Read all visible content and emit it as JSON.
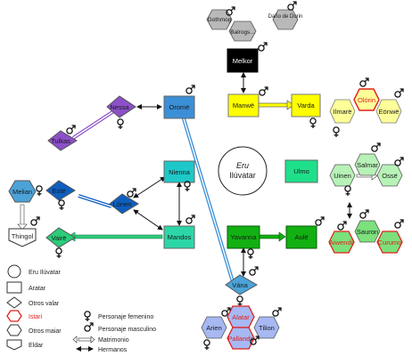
{
  "eru": {
    "line1": "Eru",
    "line2": "Ilúvatar"
  },
  "aratar": {
    "melkor": "Melkor",
    "manwe": "Manwë",
    "varda": "Varda",
    "orome": "Oromë",
    "nienna": "Nienna",
    "mandos": "Mandos",
    "ulmo": "Ulmo",
    "yavanna": "Yavanna",
    "aule": "Aulë"
  },
  "valar": {
    "nessa": "Nessa",
    "tulkas": "Tulkas",
    "este": "Estë",
    "lorien": "Lórien",
    "vaire": "Vairë",
    "vana": "Vána"
  },
  "maiar": {
    "gothmog": "Gothmog",
    "durin_bane": "Daño de Durin",
    "balrogs": "Balrogs...",
    "ilmare": "Ilmarë",
    "olorin": "Olórin",
    "eonwe": "Eönwë",
    "salmar": "Salmar",
    "uinen": "Uinen",
    "osse": "Ossë",
    "sauron": "Sauron",
    "aiwendil": "Aiwendil",
    "curumo": "Curumo",
    "melian": "Melian",
    "arien": "Arien",
    "alatar": "Alatar",
    "tilion": "Tilion",
    "pallando": "Pallando"
  },
  "eldar": {
    "thingol": "Thingol"
  },
  "legend": {
    "eru": "Eru Ilúvatar",
    "aratar": "Aratar",
    "valar": "Otros valar",
    "istari": "Istari",
    "maiar": "Otros maiar",
    "eldar": "Eldar",
    "female": "Personaje femenino",
    "male": "Personaje masculino",
    "marriage": "Matrimonio",
    "siblings": "Hermanos"
  },
  "colors": {
    "melkor": "#000000",
    "manwe": "#ffff00",
    "orome": "#3b8fd6",
    "nienna": "#1ec8c8",
    "mandos": "#2dd6a6",
    "ulmo": "#1fe08a",
    "yavanna": "#12b012",
    "nessa": "#8c50c8",
    "este": "#0d5fbf",
    "vaire": "#2bcc7a",
    "vana": "#4ba3d8",
    "istari": "#e0201b"
  }
}
